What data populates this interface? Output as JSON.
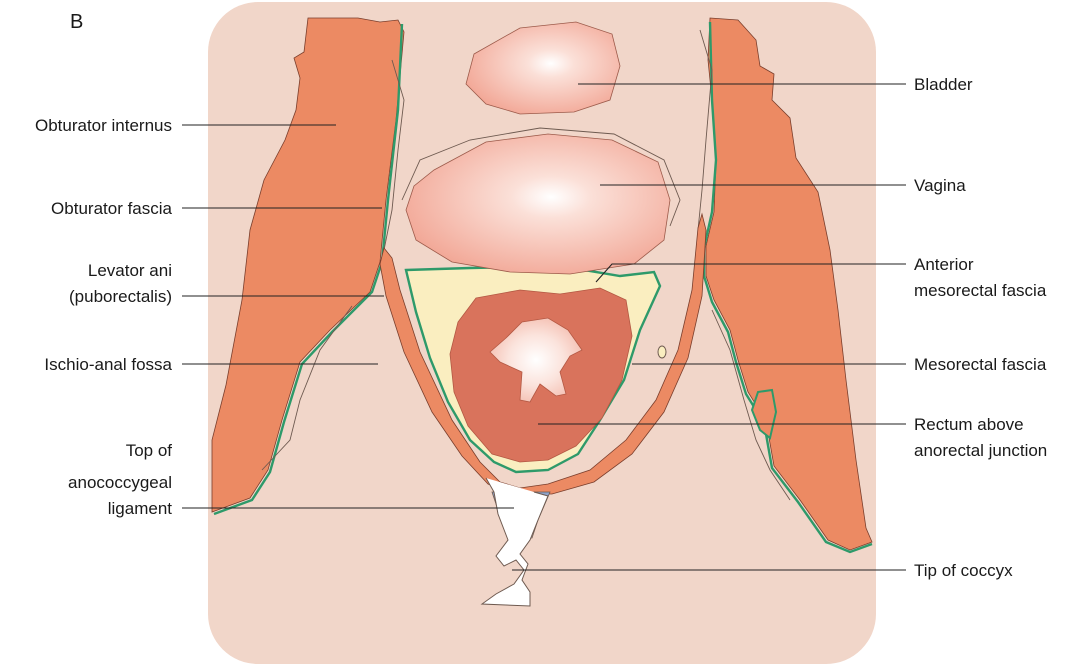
{
  "figure": {
    "panel_letter": "B",
    "labels": {
      "obturator_internus": "Obturator internus",
      "obturator_fascia": "Obturator fascia",
      "levator_ani_1": "Levator ani",
      "levator_ani_2": "(puborectalis)",
      "ischio_anal_fossa": "Ischio-anal fossa",
      "anococcygeal_1": "Top of",
      "anococcygeal_2": "anococcygeal",
      "anococcygeal_3": "ligament",
      "bladder": "Bladder",
      "vagina": "Vagina",
      "anterior_mesorectal_1": "Anterior",
      "anterior_mesorectal_2": "mesorectal fascia",
      "mesorectal_fascia": "Mesorectal fascia",
      "rectum_1": "Rectum above",
      "rectum_2": "anorectal junction",
      "coccyx_tip": "Tip of coccyx"
    },
    "colors": {
      "background_tissue": "#f1d6c9",
      "muscle": "#ec8a63",
      "fascia_line": "#2e9a6a",
      "organ": "#f4b0a0",
      "mesorectal_fat": "#faeec0",
      "rectum_wall": "#d9735c",
      "ligament": "#9aaac8",
      "bone": "#ffffff"
    }
  }
}
